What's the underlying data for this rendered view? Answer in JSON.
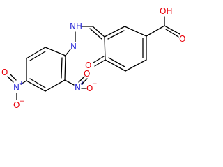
{
  "molecule": {
    "atoms": {
      "carboxyl_oh": "OH",
      "carboxyl_o": "O",
      "keto_o": "O",
      "hydrazine_n1": "NH",
      "hydrazine_n2": "N",
      "nitro_top_n": "N",
      "nitro_top_plus": "+",
      "nitro_top_o_up": "O",
      "nitro_top_o_right": "O",
      "nitro_top_minus": "−",
      "nitro_bottom_n": "N",
      "nitro_bottom_plus": "+",
      "nitro_bottom_o_up": "O",
      "nitro_bottom_o_down": "O",
      "nitro_bottom_minus": "−"
    },
    "colors": {
      "bond": "#000000",
      "oxygen": "#e8000a",
      "nitrogen": "#2c2cd8",
      "background": "#ffffff"
    }
  }
}
